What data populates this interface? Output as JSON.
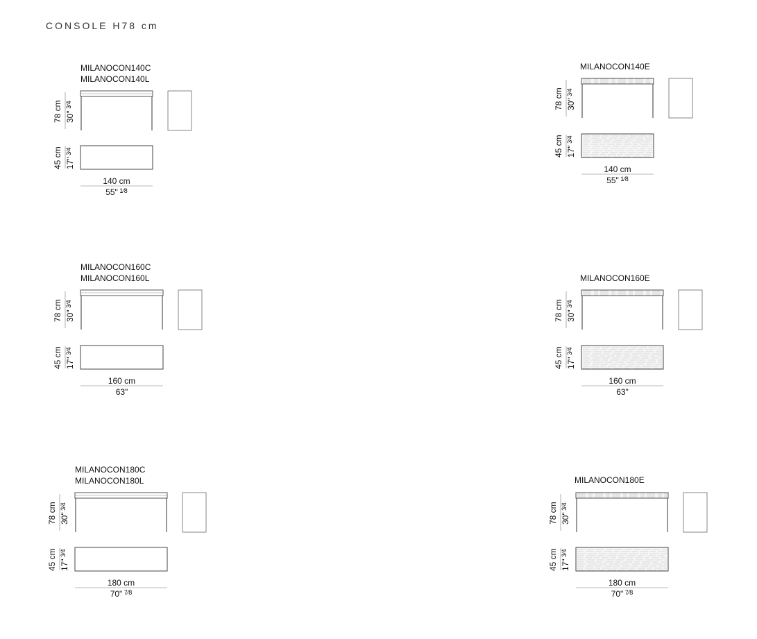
{
  "title": "CONSOLE H78 cm",
  "models": [
    {
      "codes": [
        "MILANOCON140C",
        "MILANOCON140L"
      ],
      "height_cm": "78 cm",
      "height_in": "30\"",
      "height_in_frac": "3⁄4",
      "depth_cm": "45 cm",
      "depth_in": "17\"",
      "depth_in_frac": "3⁄4",
      "width_cm": "140 cm",
      "width_in": "55\"",
      "width_in_frac": "1⁄8",
      "style": "plain"
    },
    {
      "codes": [
        "MILANOCON140E"
      ],
      "height_cm": "78 cm",
      "height_in": "30\"",
      "height_in_frac": "3⁄4",
      "depth_cm": "45 cm",
      "depth_in": "17\"",
      "depth_in_frac": "3⁄4",
      "width_cm": "140 cm",
      "width_in": "55\"",
      "width_in_frac": "1⁄8",
      "style": "marble"
    },
    {
      "codes": [
        "MILANOCON160C",
        "MILANOCON160L"
      ],
      "height_cm": "78 cm",
      "height_in": "30\"",
      "height_in_frac": "3⁄4",
      "depth_cm": "45 cm",
      "depth_in": "17\"",
      "depth_in_frac": "3⁄4",
      "width_cm": "160 cm",
      "width_in": "63\"",
      "width_in_frac": "",
      "style": "plain"
    },
    {
      "codes": [
        "MILANOCON160E"
      ],
      "height_cm": "78 cm",
      "height_in": "30\"",
      "height_in_frac": "3⁄4",
      "depth_cm": "45 cm",
      "depth_in": "17\"",
      "depth_in_frac": "3⁄4",
      "width_cm": "160 cm",
      "width_in": "63\"",
      "width_in_frac": "",
      "style": "marble"
    },
    {
      "codes": [
        "MILANOCON180C",
        "MILANOCON180L"
      ],
      "height_cm": "78 cm",
      "height_in": "30\"",
      "height_in_frac": "3⁄4",
      "depth_cm": "45 cm",
      "depth_in": "17\"",
      "depth_in_frac": "3⁄4",
      "width_cm": "180 cm",
      "width_in": "70\"",
      "width_in_frac": "7⁄8",
      "style": "plain"
    },
    {
      "codes": [
        "MILANOCON180E"
      ],
      "height_cm": "78 cm",
      "height_in": "30\"",
      "height_in_frac": "3⁄4",
      "depth_cm": "45 cm",
      "depth_in": "17\"",
      "depth_in_frac": "3⁄4",
      "width_cm": "180 cm",
      "width_in": "70\"",
      "width_in_frac": "7⁄8",
      "style": "marble"
    }
  ]
}
